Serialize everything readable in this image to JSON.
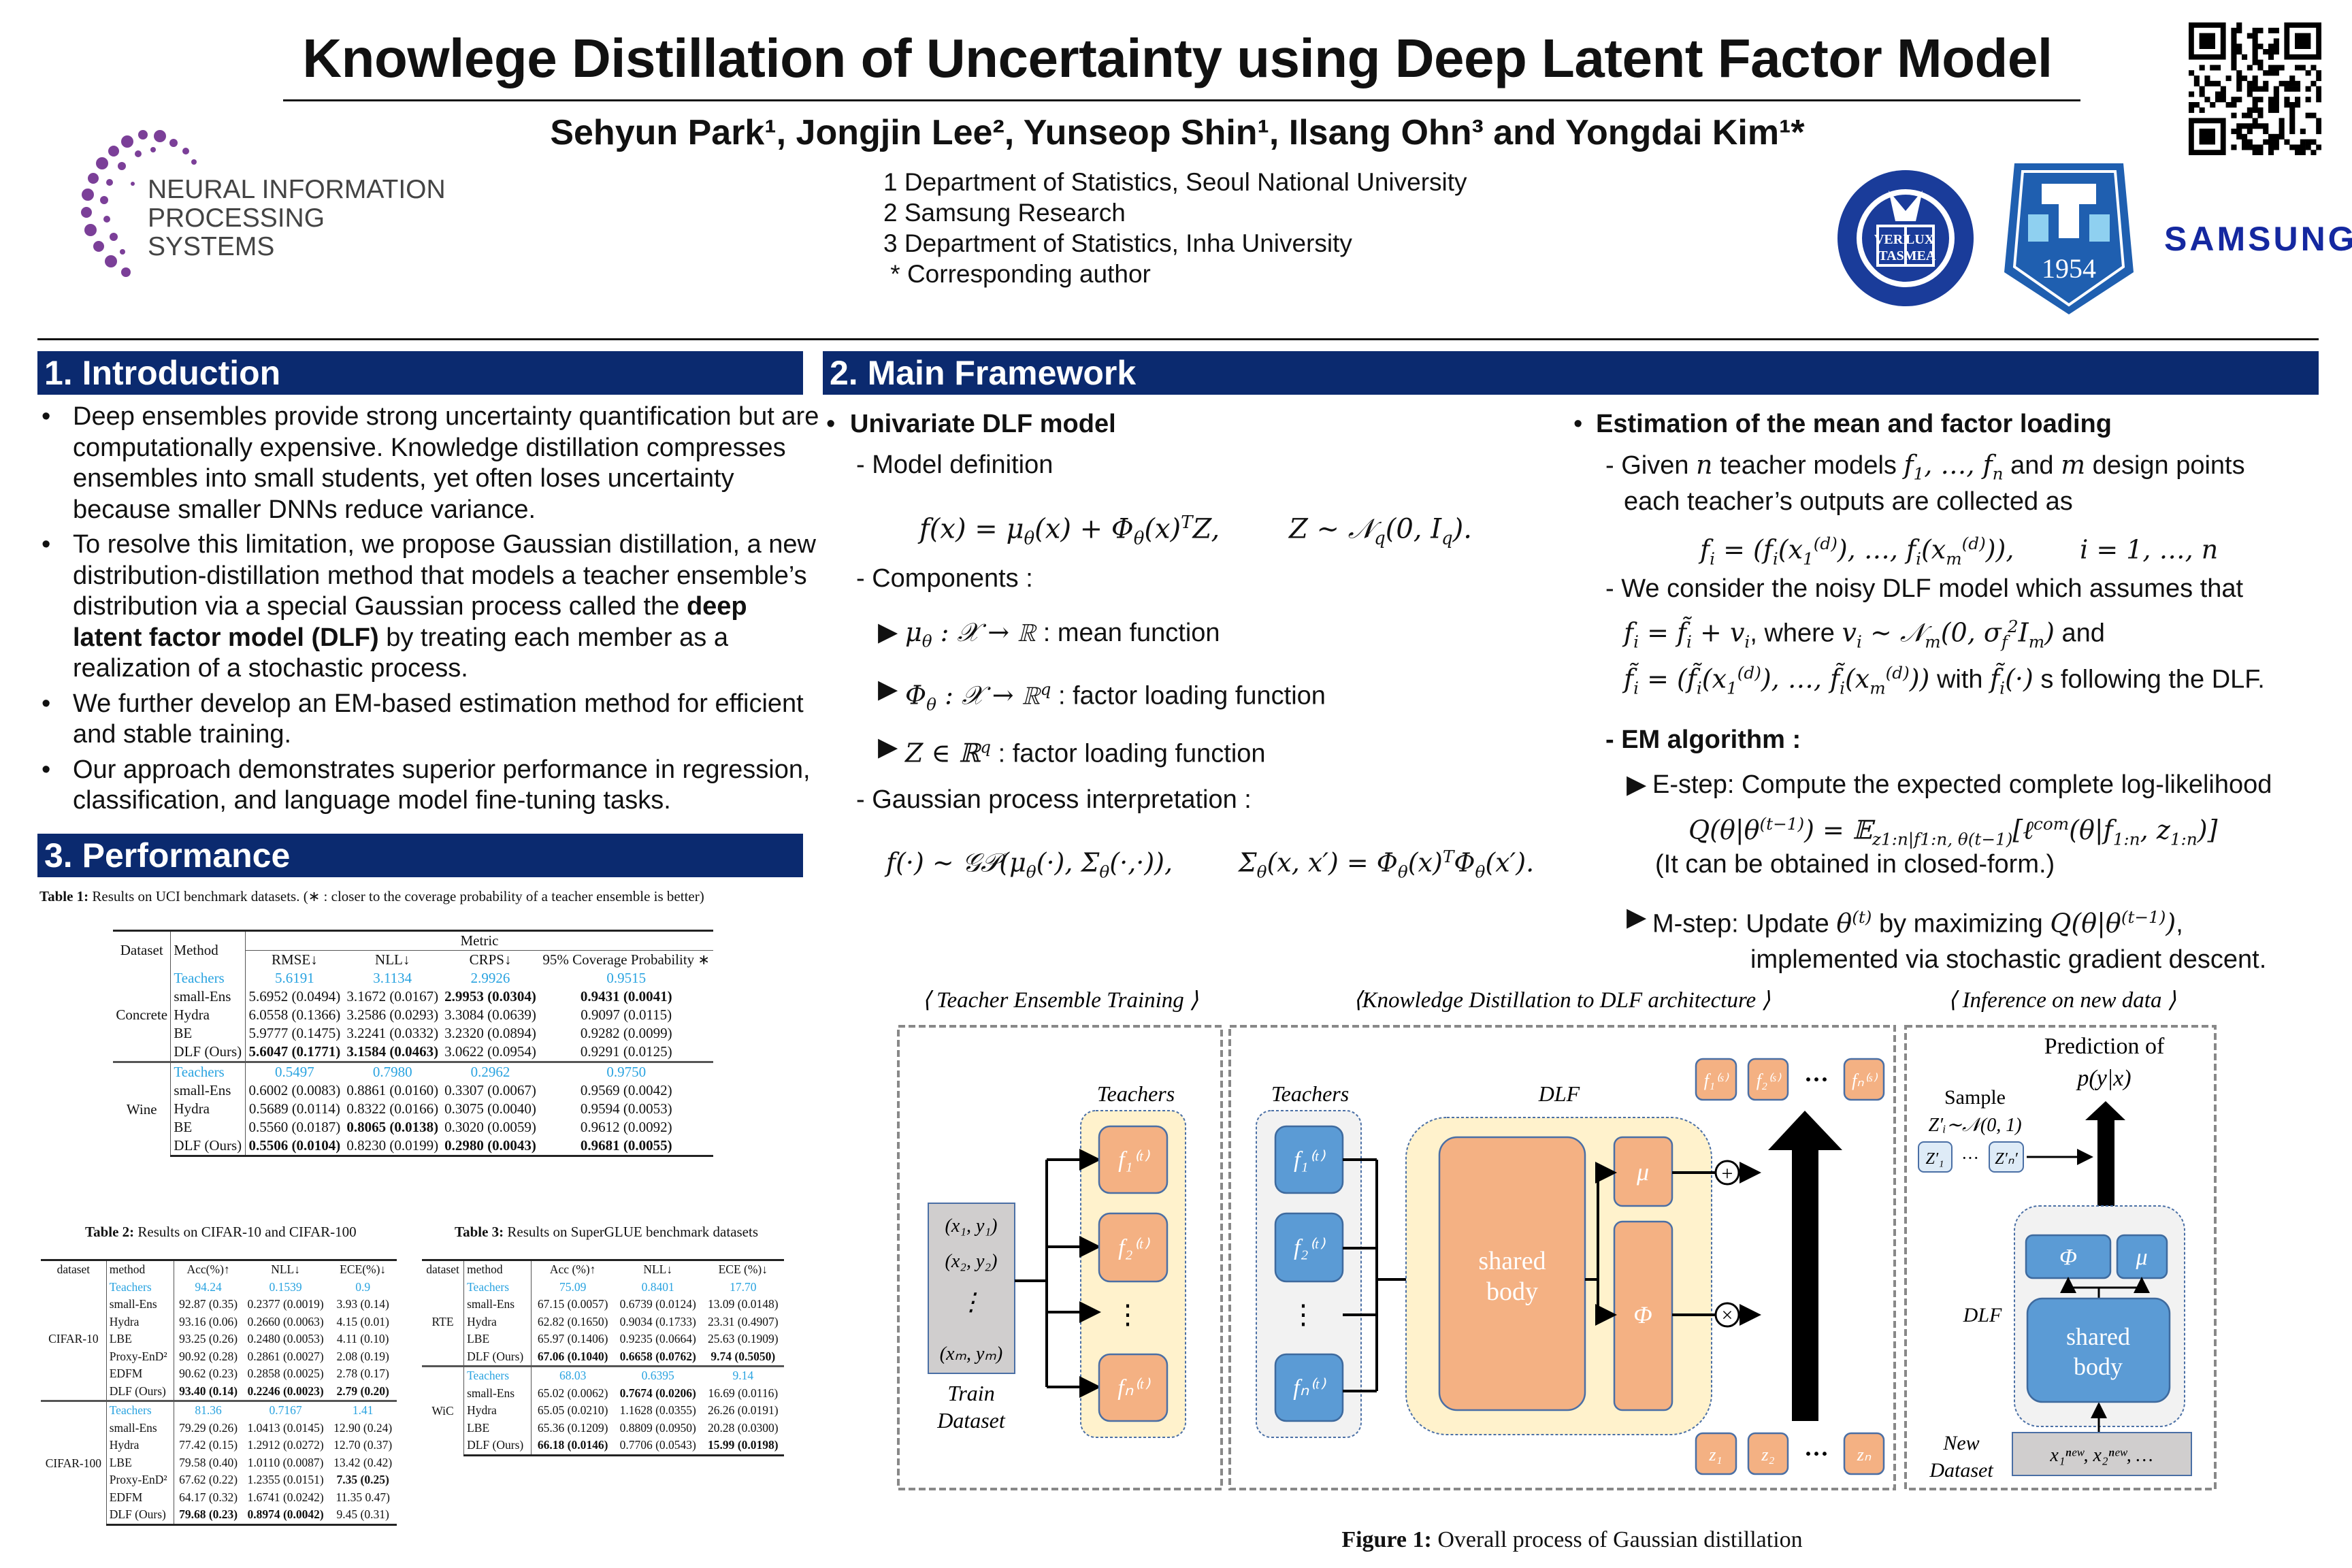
{
  "header": {
    "title": "Knowlege Distillation of Uncertainty using Deep Latent Factor Model",
    "authors": "Sehyun Park¹, Jongjin Lee², Yunseop Shin¹, Ilsang Ohn³ and Yongdai Kim¹*",
    "affiliations": [
      "1 Department of Statistics, Seoul National University",
      "2 Samsung Research",
      "3 Department of Statistics, Inha University",
      " * Corresponding author"
    ],
    "logos": {
      "neurips_line1": "NEURAL INFORMATION",
      "neurips_line2": "PROCESSING SYSTEMS",
      "snu_motto": [
        "VERI",
        "LUX",
        "TAS",
        "MEA"
      ],
      "inha_year": "1954",
      "samsung": "SAMSUNG"
    }
  },
  "colors": {
    "section": "#0b2a6f",
    "teachers": "#29a3e0",
    "orange": "#f4b183",
    "blue": "#5b9bd5",
    "yellow": "#fff2cc"
  },
  "intro": {
    "heading": "1. Introduction",
    "bullets": [
      "Deep ensembles provide strong uncertainty quantification but are computationally expensive. Knowledge distillation compresses ensembles into small students, yet often loses uncertainty because smaller DNNs reduce variance.",
      {
        "before": "To resolve this limitation, we propose Gaussian distillation, a new distribution-distillation method that models a teacher ensemble’s distribution via a special Gaussian process called the ",
        "bold": "deep latent factor model (DLF)",
        "after": " by treating each member as a realization of a stochastic process."
      },
      "We further develop an EM-based estimation method for efficient and stable training.",
      "Our approach demonstrates superior performance in regression, classification, and language model fine-tuning tasks."
    ]
  },
  "performance": {
    "heading": "3. Performance",
    "table1": {
      "caption_label": "Table 1:",
      "caption": " Results on UCI benchmark datasets. (∗ : closer to the coverage probability of a teacher ensemble is better)",
      "h_dataset": "Dataset",
      "h_method": "Method",
      "h_metric": "Metric",
      "columns": [
        "RMSE↓",
        "NLL↓",
        "CRPS↓",
        "95% Coverage Probability ∗"
      ],
      "groups": [
        {
          "dataset": "Concrete",
          "rows": [
            {
              "method": "Teachers",
              "cells": [
                "5.6191",
                "3.1134",
                "2.9926",
                "0.9515"
              ],
              "bold": []
            },
            {
              "method": "small-Ens",
              "cells": [
                "5.6952 (0.0494)",
                "3.1672 (0.0167)",
                "2.9953 (0.0304)",
                "0.9431 (0.0041)"
              ],
              "bold": [
                2,
                3
              ]
            },
            {
              "method": "Hydra",
              "cells": [
                "6.0558 (0.1366)",
                "3.2586 (0.0293)",
                "3.3084 (0.0639)",
                "0.9097 (0.0115)"
              ],
              "bold": []
            },
            {
              "method": "BE",
              "cells": [
                "5.9777 (0.1475)",
                "3.2241 (0.0332)",
                "3.2320 (0.0894)",
                "0.9282 (0.0099)"
              ],
              "bold": []
            },
            {
              "method": "DLF (Ours)",
              "cells": [
                "5.6047 (0.1771)",
                "3.1584 (0.0463)",
                "3.0622 (0.0954)",
                "0.9291 (0.0125)"
              ],
              "bold": [
                0,
                1
              ]
            }
          ]
        },
        {
          "dataset": "Wine",
          "rows": [
            {
              "method": "Teachers",
              "cells": [
                "0.5497",
                "0.7980",
                "0.2962",
                "0.9750"
              ],
              "bold": []
            },
            {
              "method": "small-Ens",
              "cells": [
                "0.6002 (0.0083)",
                "0.8861 (0.0160)",
                "0.3307 (0.0067)",
                "0.9569 (0.0042)"
              ],
              "bold": []
            },
            {
              "method": "Hydra",
              "cells": [
                "0.5689 (0.0114)",
                "0.8322 (0.0166)",
                "0.3075 (0.0040)",
                "0.9594 (0.0053)"
              ],
              "bold": []
            },
            {
              "method": "BE",
              "cells": [
                "0.5560 (0.0187)",
                "0.8065 (0.0138)",
                "0.3020 (0.0059)",
                "0.9612 (0.0092)"
              ],
              "bold": [
                1
              ]
            },
            {
              "method": "DLF (Ours)",
              "cells": [
                "0.5506 (0.0104)",
                "0.8230 (0.0199)",
                "0.2980 (0.0043)",
                "0.9681 (0.0055)"
              ],
              "bold": [
                0,
                2,
                3
              ]
            }
          ]
        }
      ]
    },
    "table2": {
      "caption_label": "Table 2:",
      "caption": " Results on CIFAR-10 and CIFAR-100",
      "h_dataset": "dataset",
      "h_method": "method",
      "columns": [
        "Acc(%)↑",
        "NLL↓",
        "ECE(%)↓"
      ],
      "groups": [
        {
          "dataset": "CIFAR-10",
          "rows": [
            {
              "method": "Teachers",
              "cells": [
                "94.24",
                "0.1539",
                "0.9"
              ],
              "bold": []
            },
            {
              "method": "small-Ens",
              "cells": [
                "92.87 (0.35)",
                "0.2377 (0.0019)",
                "3.93 (0.14)"
              ],
              "bold": []
            },
            {
              "method": "Hydra",
              "cells": [
                "93.16 (0.06)",
                "0.2660 (0.0063)",
                "4.15 (0.01)"
              ],
              "bold": []
            },
            {
              "method": "LBE",
              "cells": [
                "93.25 (0.26)",
                "0.2480 (0.0053)",
                "4.11 (0.10)"
              ],
              "bold": []
            },
            {
              "method": "Proxy-EnD²",
              "cells": [
                "90.92 (0.28)",
                "0.2861 (0.0027)",
                "2.08 (0.19)"
              ],
              "bold": []
            },
            {
              "method": "EDFM",
              "cells": [
                "90.62 (0.23)",
                "0.2858 (0.0025)",
                "2.78 (0.17)"
              ],
              "bold": []
            },
            {
              "method": "DLF (Ours)",
              "cells": [
                "93.40 (0.14)",
                "0.2246 (0.0023)",
                "2.79 (0.20)"
              ],
              "bold": [
                0,
                1,
                2
              ]
            }
          ]
        },
        {
          "dataset": "CIFAR-100",
          "rows": [
            {
              "method": "Teachers",
              "cells": [
                "81.36",
                "0.7167",
                "1.41"
              ],
              "bold": []
            },
            {
              "method": "small-Ens",
              "cells": [
                "79.29 (0.26)",
                "1.0413 (0.0145)",
                "12.90 (0.24)"
              ],
              "bold": []
            },
            {
              "method": "Hydra",
              "cells": [
                "77.42 (0.15)",
                "1.2912 (0.0272)",
                "12.70 (0.37)"
              ],
              "bold": []
            },
            {
              "method": "LBE",
              "cells": [
                "79.58 (0.40)",
                "1.0110 (0.0087)",
                "13.42 (0.42)"
              ],
              "bold": []
            },
            {
              "method": "Proxy-EnD²",
              "cells": [
                "67.62 (0.22)",
                "1.2355 (0.0151)",
                "7.35 (0.25)"
              ],
              "bold": [
                2
              ]
            },
            {
              "method": "EDFM",
              "cells": [
                "64.17 (0.32)",
                "1.6741 (0.0242)",
                "11.35 0.47)"
              ],
              "bold": []
            },
            {
              "method": "DLF (Ours)",
              "cells": [
                "79.68 (0.23)",
                "0.8974 (0.0042)",
                "9.45 (0.31)"
              ],
              "bold": [
                0,
                1
              ]
            }
          ]
        }
      ]
    },
    "table3": {
      "caption_label": "Table 3:",
      "caption": " Results on SuperGLUE benchmark datasets",
      "h_dataset": "dataset",
      "h_method": "method",
      "columns": [
        "Acc (%)↑",
        "NLL↓",
        "ECE (%)↓"
      ],
      "groups": [
        {
          "dataset": "RTE",
          "rows": [
            {
              "method": "Teachers",
              "cells": [
                "75.09",
                "0.8401",
                "17.70"
              ],
              "bold": []
            },
            {
              "method": "small-Ens",
              "cells": [
                "67.15 (0.0057)",
                "0.6739 (0.0124)",
                "13.09 (0.0148)"
              ],
              "bold": []
            },
            {
              "method": "Hydra",
              "cells": [
                "62.82 (0.1650)",
                "0.9034 (0.1733)",
                "23.31 (0.4907)"
              ],
              "bold": []
            },
            {
              "method": "LBE",
              "cells": [
                "65.97 (0.1406)",
                "0.9235 (0.0664)",
                "25.63 (0.1909)"
              ],
              "bold": []
            },
            {
              "method": "DLF (Ours)",
              "cells": [
                "67.06 (0.1040)",
                "0.6658 (0.0762)",
                "9.74 (0.5050)"
              ],
              "bold": [
                0,
                1,
                2
              ]
            }
          ]
        },
        {
          "dataset": "WiC",
          "rows": [
            {
              "method": "Teachers",
              "cells": [
                "68.03",
                "0.6395",
                "9.14"
              ],
              "bold": []
            },
            {
              "method": "small-Ens",
              "cells": [
                "65.02 (0.0062)",
                "0.7674 (0.0206)",
                "16.69 (0.0116)"
              ],
              "bold": [
                1
              ]
            },
            {
              "method": "Hydra",
              "cells": [
                "65.05 (0.0210)",
                "1.1628 (0.0355)",
                "26.26 (0.0191)"
              ],
              "bold": []
            },
            {
              "method": "LBE",
              "cells": [
                "65.36 (0.1209)",
                "0.8809 (0.0950)",
                "20.28 (0.0300)"
              ],
              "bold": []
            },
            {
              "method": "DLF (Ours)",
              "cells": [
                "66.18 (0.0146)",
                "0.7706 (0.0543)",
                "15.99 (0.0198)"
              ],
              "bold": [
                0,
                2
              ]
            }
          ]
        }
      ]
    }
  },
  "framework": {
    "heading": "2. Main Framework",
    "left": {
      "title": "Univariate DLF model",
      "model_def": "- Model definition",
      "model_formula": [
        {
          "t": "f(x) = μ"
        },
        {
          "sub": "θ"
        },
        {
          "t": "(x) + Φ"
        },
        {
          "sub": "θ"
        },
        {
          "t": "(x)"
        },
        {
          "sup": "T"
        },
        {
          "t": "Z,        Z ∼ 𝒩"
        },
        {
          "sub": "q"
        },
        {
          "t": "(0, I"
        },
        {
          "sub": "q"
        },
        {
          "t": ")."
        }
      ],
      "components": "- Components :",
      "comp": [
        [
          {
            "t": "μ"
          },
          {
            "sub": "θ"
          },
          {
            "t": " : 𝒳 → ℝ"
          },
          {
            "n": " : mean function"
          }
        ],
        [
          {
            "t": "Φ"
          },
          {
            "sub": "θ"
          },
          {
            "t": " : 𝒳 → ℝ"
          },
          {
            "sup": "q"
          },
          {
            "n": " : factor loading function"
          }
        ],
        [
          {
            "t": "Z ∈ ℝ"
          },
          {
            "sup": "q"
          },
          {
            "n": " : factor loading function"
          }
        ]
      ],
      "gp": "- Gaussian process interpretation :",
      "gp_formula": [
        {
          "t": "f(·) ∼ 𝒢𝒫(μ"
        },
        {
          "sub": "θ"
        },
        {
          "t": "(·), Σ"
        },
        {
          "sub": "θ"
        },
        {
          "t": "(·,·)),        Σ"
        },
        {
          "sub": "θ"
        },
        {
          "t": "(x, x′) = Φ"
        },
        {
          "sub": "θ"
        },
        {
          "t": "(x)"
        },
        {
          "sup": "T"
        },
        {
          "t": "Φ"
        },
        {
          "sub": "θ"
        },
        {
          "t": "(x′)."
        }
      ]
    },
    "right": {
      "title": "Estimation of the mean and factor loading",
      "given": [
        {
          "n": "- Given "
        },
        {
          "t": "n"
        },
        {
          "n": " teacher models "
        },
        {
          "t": "f"
        },
        {
          "sub": "1"
        },
        {
          "t": ", …, f"
        },
        {
          "sub": "n"
        },
        {
          "n": " and "
        },
        {
          "t": "m"
        },
        {
          "n": " design points"
        }
      ],
      "collected": "each teacher’s outputs are collected as",
      "fi_formula": [
        {
          "t": "f"
        },
        {
          "sub": "i"
        },
        {
          "t": " = (f"
        },
        {
          "sub": "i"
        },
        {
          "t": "(x"
        },
        {
          "sub": "1"
        },
        {
          "sup": "(d)"
        },
        {
          "t": "), …, f"
        },
        {
          "sub": "i"
        },
        {
          "t": "(x"
        },
        {
          "sub": "m"
        },
        {
          "sup": "(d)"
        },
        {
          "t": ")),        i = 1, …, n"
        }
      ],
      "consider": "- We consider the noisy DLF model which assumes that",
      "noisy": [
        {
          "t": "f"
        },
        {
          "sub": "i"
        },
        {
          "t": " = f̃"
        },
        {
          "sub": "i"
        },
        {
          "t": " + v"
        },
        {
          "sub": "i"
        },
        {
          "n": ", where "
        },
        {
          "t": "v"
        },
        {
          "sub": "i"
        },
        {
          "t": " ∼ 𝒩"
        },
        {
          "sub": "m"
        },
        {
          "t": "(0, σ"
        },
        {
          "sub": "f"
        },
        {
          "sup": "2"
        },
        {
          "t": "I"
        },
        {
          "sub": "m"
        },
        {
          "t": ")"
        },
        {
          "n": " and"
        }
      ],
      "tilde": [
        {
          "t": "f̃"
        },
        {
          "sub": "i"
        },
        {
          "t": " = (f̃"
        },
        {
          "sub": "i"
        },
        {
          "t": "(x"
        },
        {
          "sub": "1"
        },
        {
          "sup": "(d)"
        },
        {
          "t": "), …, f̃"
        },
        {
          "sub": "i"
        },
        {
          "t": "(x"
        },
        {
          "sub": "m"
        },
        {
          "sup": "(d)"
        },
        {
          "t": "))"
        },
        {
          "n": " with "
        },
        {
          "t": "f̃"
        },
        {
          "sub": "i"
        },
        {
          "t": "(·)"
        },
        {
          "n": " s following the DLF."
        }
      ],
      "em": "- EM algorithm :",
      "estep": "E-step: Compute the expected complete log-likelihood",
      "q_formula": [
        {
          "t": "Q(θ|θ"
        },
        {
          "sup": "(t−1)"
        },
        {
          "t": ") = 𝔼"
        },
        {
          "sub": "z1:n|f1:n, θ(t−1)"
        },
        {
          "t": "[ℓ"
        },
        {
          "sup": "com"
        },
        {
          "t": "(θ|f"
        },
        {
          "sub": "1:n"
        },
        {
          "t": ", z"
        },
        {
          "sub": "1:n"
        },
        {
          "t": ")]"
        }
      ],
      "closed": "(It can be obtained in closed-form.)",
      "mstep": [
        {
          "n": "M-step: Update "
        },
        {
          "t": "θ"
        },
        {
          "sup": "(t)"
        },
        {
          "n": " by maximizing "
        },
        {
          "t": "Q(θ|θ"
        },
        {
          "sup": "(t−1)"
        },
        {
          "t": ")"
        },
        {
          "n": ","
        }
      ],
      "implemented": "implemented via stochastic gradient descent."
    },
    "figure": {
      "panel1_title": "⟨ Teacher Ensemble Training ⟩",
      "panel2_title": "⟨Knowledge Distillation to DLF architecture ⟩",
      "panel3_title": "⟨ Inference on new data ⟩",
      "train_points": [
        "(x₁, y₁)",
        "(x₂, y₂)",
        "⋮",
        "(xₘ, yₘ)"
      ],
      "train_label1": "Train",
      "train_label2": "Dataset",
      "teachers_label": "Teachers",
      "teachers": [
        "f₁⁽ᵗ⁾",
        "f₂⁽ᵗ⁾",
        "fₙ⁽ᵗ⁾"
      ],
      "vdots": "⋮",
      "dlf_label": "DLF",
      "shared1": "shared",
      "shared2": "body",
      "mu": "μ",
      "phi": "Φ",
      "plus": "+",
      "times": "×",
      "students": [
        "f₁⁽ˢ⁾",
        "f₂⁽ˢ⁾",
        "fₙ⁽ˢ⁾"
      ],
      "latents": [
        "z₁",
        "z₂",
        "zₙ"
      ],
      "hdots": "···",
      "prediction1": "Prediction of",
      "prediction2": "p(y|x)",
      "sample1": "Sample",
      "sample2": "Z′ᵢ∼𝒩(0, 1)",
      "zprime": [
        "Z′₁",
        "Z′ₙ′"
      ],
      "new1": "New",
      "new2": "Dataset",
      "new_data": "x₁ⁿᵉʷ, x₂ⁿᵉʷ, …",
      "caption_label": "Figure 1:",
      "caption": " Overall process of Gaussian distillation"
    }
  }
}
